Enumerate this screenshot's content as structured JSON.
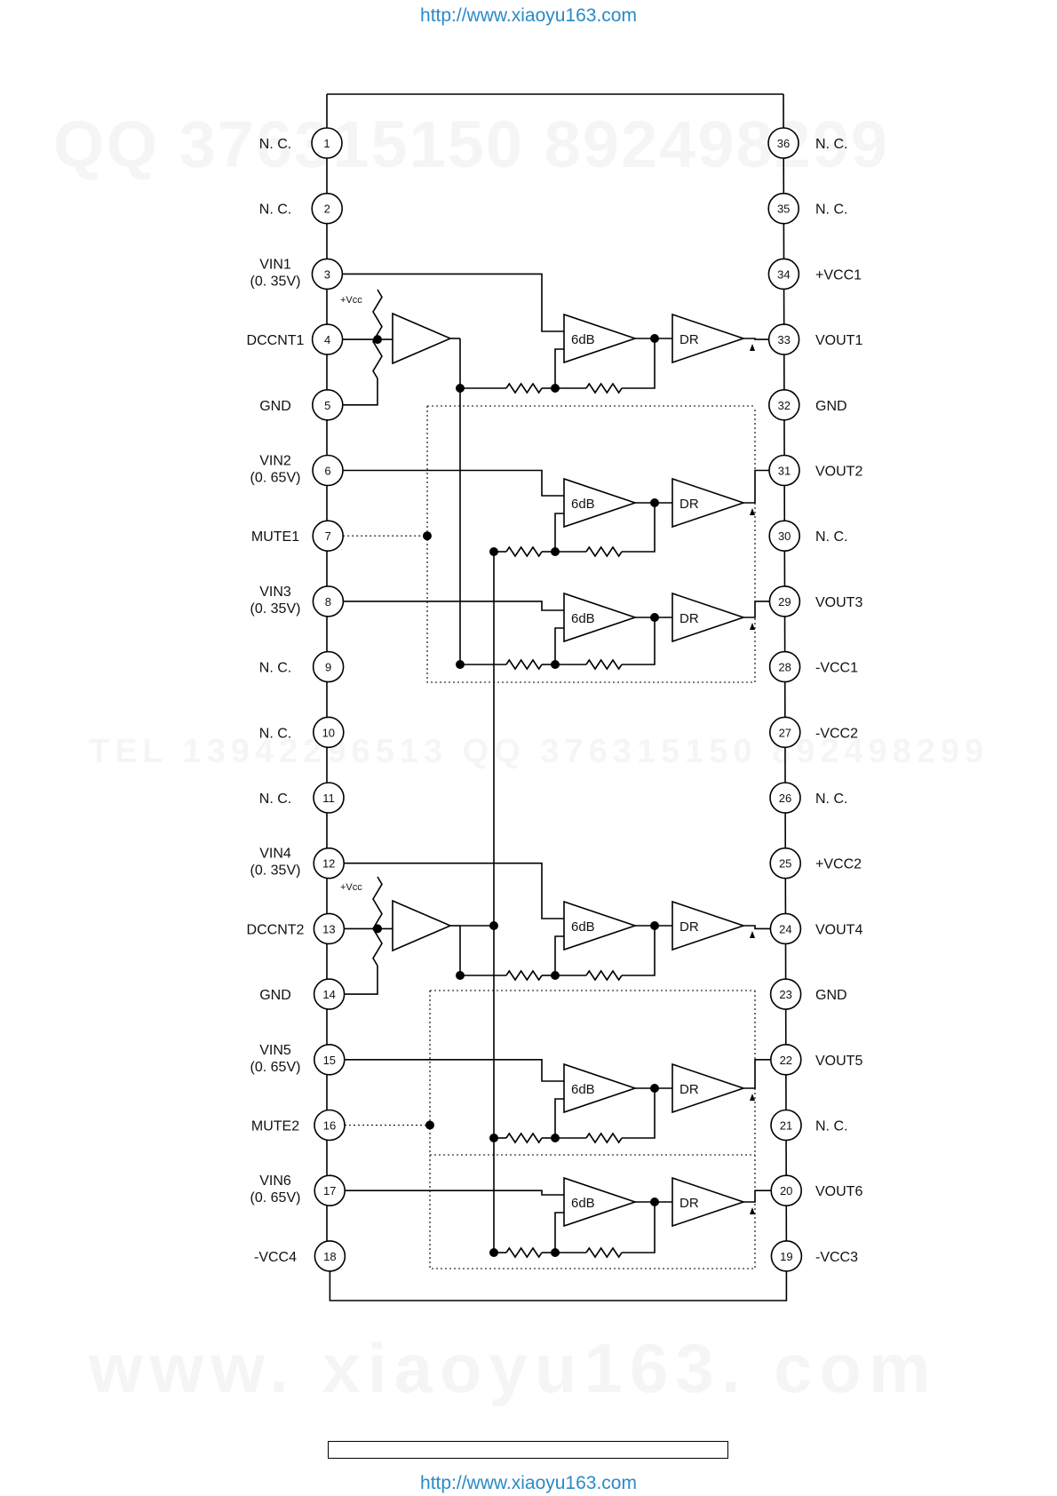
{
  "watermarks": {
    "url_top": "http://www.xiaoyu163.com",
    "url_bottom": "http://www.xiaoyu163.com",
    "qq_banner": "QQ 376315150 892498299",
    "tel_banner": "TEL 13942296513 QQ 376315150 892498299",
    "site_banner": "www. xiaoyu163. com"
  },
  "ic": {
    "left_pins": [
      {
        "num": "1",
        "label": "N. C.",
        "sub": ""
      },
      {
        "num": "2",
        "label": "N. C.",
        "sub": ""
      },
      {
        "num": "3",
        "label": "VIN1",
        "sub": "(0. 35V)"
      },
      {
        "num": "4",
        "label": "DCCNT1",
        "sub": ""
      },
      {
        "num": "5",
        "label": "GND",
        "sub": ""
      },
      {
        "num": "6",
        "label": "VIN2",
        "sub": "(0. 65V)"
      },
      {
        "num": "7",
        "label": "MUTE1",
        "sub": ""
      },
      {
        "num": "8",
        "label": "VIN3",
        "sub": "(0. 35V)"
      },
      {
        "num": "9",
        "label": "N. C.",
        "sub": ""
      },
      {
        "num": "10",
        "label": "N. C.",
        "sub": ""
      },
      {
        "num": "11",
        "label": "N. C.",
        "sub": ""
      },
      {
        "num": "12",
        "label": "VIN4",
        "sub": "(0. 35V)"
      },
      {
        "num": "13",
        "label": "DCCNT2",
        "sub": ""
      },
      {
        "num": "14",
        "label": "GND",
        "sub": ""
      },
      {
        "num": "15",
        "label": "VIN5",
        "sub": "(0. 65V)"
      },
      {
        "num": "16",
        "label": "MUTE2",
        "sub": ""
      },
      {
        "num": "17",
        "label": "VIN6",
        "sub": "(0. 65V)"
      },
      {
        "num": "18",
        "label": "-VCC4",
        "sub": ""
      }
    ],
    "right_pins": [
      {
        "num": "36",
        "label": "N. C."
      },
      {
        "num": "35",
        "label": "N. C."
      },
      {
        "num": "34",
        "label": "+VCC1"
      },
      {
        "num": "33",
        "label": "VOUT1"
      },
      {
        "num": "32",
        "label": "GND"
      },
      {
        "num": "31",
        "label": "VOUT2"
      },
      {
        "num": "30",
        "label": "N. C."
      },
      {
        "num": "29",
        "label": "VOUT3"
      },
      {
        "num": "28",
        "label": "-VCC1"
      },
      {
        "num": "27",
        "label": "-VCC2"
      },
      {
        "num": "26",
        "label": "N. C."
      },
      {
        "num": "25",
        "label": "+VCC2"
      },
      {
        "num": "24",
        "label": "VOUT4"
      },
      {
        "num": "23",
        "label": "GND"
      },
      {
        "num": "22",
        "label": "VOUT5"
      },
      {
        "num": "21",
        "label": "N. C."
      },
      {
        "num": "20",
        "label": "VOUT6"
      },
      {
        "num": "19",
        "label": "-VCC3"
      }
    ],
    "gain_label": "6dB",
    "driver_label": "DR",
    "vcc_label": "+Vcc"
  }
}
